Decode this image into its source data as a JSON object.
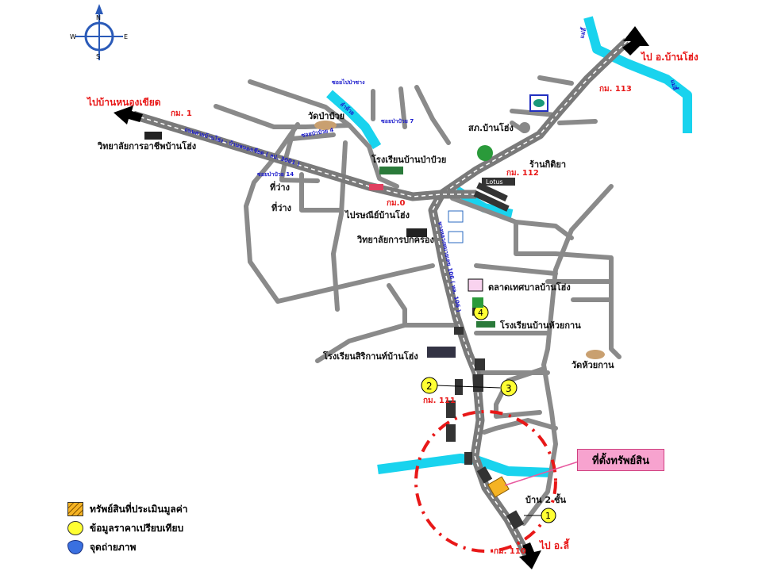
{
  "compass": {
    "n": "N",
    "s": "S",
    "e": "E",
    "w": "W"
  },
  "directions": {
    "to_ban_nong_khiat": "ไปบ้านหนองเขียด",
    "to_amphoe_ban_khong": "ไป อ.บ้านโฮ่ง",
    "to_amphoe_li": "ไป อ.ลี้"
  },
  "km_markers": [
    "กม. 1",
    "กม. 113",
    "กม. 112",
    "กม.0",
    "กม. 111",
    "กม. 110"
  ],
  "places": {
    "vocational_college": "วิทยาลัยการอาชีพบ้านโฮ่ง",
    "wat_pa_puai": "วัดป่าป๋วย",
    "ban_pa_puai_school": "โรงเรียนบ้านป่าป๋วย",
    "vacant1": "ที่ว่าง",
    "vacant2": "ที่ว่าง",
    "post_office": "ไปรษณีย์บ้านโฮ่ง",
    "administration_college": "วิทยาลัยการปกครอง",
    "police_station": "สภ.บ้านโฮ่ง",
    "shop": "ร้านกิติยา",
    "lotus": "Lotus",
    "market": "ตลาดเทศบาลบ้านโฮ่ง",
    "huai_kan_school": "โรงเรียนบ้านห้วยกาน",
    "sirikan_school": "โรงเรียนสิริกานท์บ้านโฮ่ง",
    "wat_huai_kan": "วัดห้วยกาน",
    "house_2_storey": "บ้าน 2 ชั้น"
  },
  "rivers": [
    "แม่ลี้",
    "แม่ลี้",
    "ลำห้วย"
  ],
  "roads": [
    "ถนนสายบ้านโฮ่ง - บ้านหนองเขียด ( ลป. 3001 )",
    "ทางหลวงหมายเลข 106 ( ทล. 106 )",
    "ซอยป่าป๋วย 14",
    "ซอยไปป่าซาง",
    "ซอยป่าป๋วย 4",
    "ซอยป่าป๋วย 7"
  ],
  "comparables": [
    "1",
    "2",
    "3",
    "4"
  ],
  "callout": "ที่ตั้งทรัพย์สิน",
  "legend": [
    {
      "label": "ทรัพย์สินที่ประเมินมูลค่า"
    },
    {
      "label": "ข้อมูลราคาเปรียบเทียบ"
    },
    {
      "label": "จุดถ่ายภาพ"
    }
  ],
  "colors": {
    "road": "#8a8a8a",
    "river": "#19d3ee",
    "circle": "#e81818",
    "comparable": "#ffff33",
    "subject": "#f5b324",
    "callout": "#f7a3cf"
  }
}
